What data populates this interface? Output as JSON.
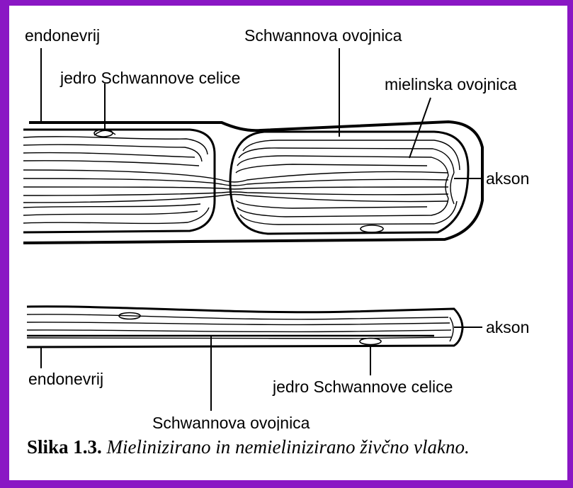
{
  "colors": {
    "background": "#8a17c4",
    "figure_bg": "#ffffff",
    "ink": "#000000"
  },
  "labels": {
    "endonevrij_top": "endonevrij",
    "schwann_sheath_top": "Schwannova ovojnica",
    "schwann_nucleus_top": "jedro Schwannove celice",
    "myelin_sheath": "mielinska ovojnica",
    "axon_top": "akson",
    "axon_bottom": "akson",
    "endonevrij_bottom": "endonevrij",
    "schwann_nucleus_bottom": "jedro Schwannove celice",
    "schwann_sheath_bottom": "Schwannova ovojnica"
  },
  "caption": {
    "number": "Slika 1.3.",
    "text": "Mielinizirano in nemielinizirano živčno vlakno."
  }
}
